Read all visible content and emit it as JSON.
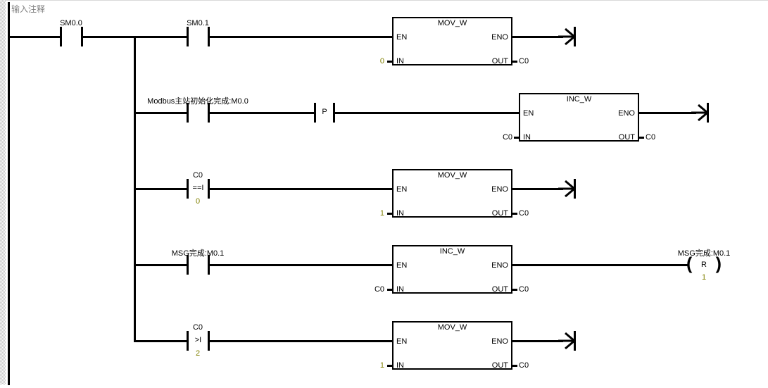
{
  "comment_label": "输入注释",
  "colors": {
    "wire": "#000000",
    "constant_value": "#808000",
    "comment_text": "#808080"
  },
  "rungs": [
    {
      "contact1": {
        "label": "SM0.0"
      },
      "contact2": {
        "label": "SM0.1"
      },
      "box": {
        "title": "MOV_W",
        "en": "EN",
        "eno": "ENO",
        "in": "IN",
        "out": "OUT",
        "in_value": "0",
        "out_value": "C0"
      },
      "terminator": "open-arrow"
    },
    {
      "contact1": {
        "label": "Modbus主站初始化完成:M0.0"
      },
      "edge_contact": {
        "label": "P"
      },
      "box": {
        "title": "INC_W",
        "en": "EN",
        "eno": "ENO",
        "in": "IN",
        "out": "OUT",
        "in_value": "C0",
        "out_value": "C0"
      },
      "terminator": "open-arrow"
    },
    {
      "compare_contact": {
        "operand": "C0",
        "operator": "==I",
        "value": "0"
      },
      "box": {
        "title": "MOV_W",
        "en": "EN",
        "eno": "ENO",
        "in": "IN",
        "out": "OUT",
        "in_value": "1",
        "out_value": "C0"
      },
      "terminator": "open-arrow"
    },
    {
      "contact1": {
        "label": "MSG完成:M0.1"
      },
      "box": {
        "title": "INC_W",
        "en": "EN",
        "eno": "ENO",
        "in": "IN",
        "out": "OUT",
        "in_value": "C0",
        "out_value": "C0"
      },
      "coil": {
        "label": "MSG完成:M0.1",
        "symbol": "R",
        "value": "1",
        "left_paren": "(",
        "right_paren": ")"
      }
    },
    {
      "compare_contact": {
        "operand": "C0",
        "operator": ">I",
        "value": "2"
      },
      "box": {
        "title": "MOV_W",
        "en": "EN",
        "eno": "ENO",
        "in": "IN",
        "out": "OUT",
        "in_value": "1",
        "out_value": "C0"
      },
      "terminator": "open-arrow"
    }
  ]
}
